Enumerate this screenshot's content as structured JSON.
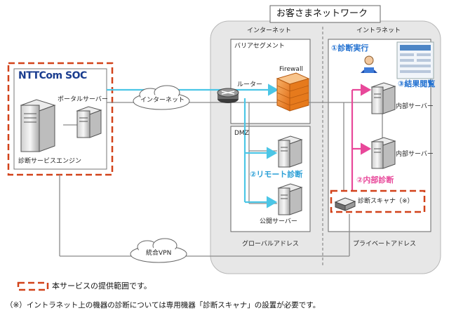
{
  "diagram": {
    "customer_network_title": "お客さまネットワーク",
    "internet_zone_label": "インターネット",
    "intranet_zone_label": "イントラネット",
    "barrier_segment_label": "バリアセグメント",
    "dmz_label": "DMZ",
    "router_label": "ルーター",
    "firewall_label": "Firewall",
    "public_server_label": "公開サーバー",
    "global_address_label": "グローバルアドレス",
    "private_address_label": "プライベートアドレス",
    "internal_server_label_1": "内部サーバー",
    "internal_server_label_2": "内部サーバー",
    "scanner_label": "診断スキャナ（※）",
    "step1_label": "①診断実行",
    "step2_remote_label": "②リモート診断",
    "step2_internal_label": "②内部診断",
    "step3_label": "③結果閲覧",
    "internet_cloud_label": "インターネット",
    "vpn_cloud_label": "統合VPN",
    "provider_logo_text": "NTTCom SOC",
    "portal_server_label": "ポータルサーバー",
    "engine_label": "診断サービスエンジン"
  },
  "legend": {
    "scope_text": "本サービスの提供範囲です。",
    "note_text": "（※）イントラネット上の機器の診断については専用機器「診断スキャナ」の設置が必要です。"
  },
  "colors": {
    "cyan_line": "#4cc6e6",
    "pink_line": "#e8489a",
    "dashed_red": "#d2421a",
    "firewall_orange": "#f08a2a",
    "step_blue": "#1f6fd0",
    "zone_gray": "#e7e7e7"
  }
}
